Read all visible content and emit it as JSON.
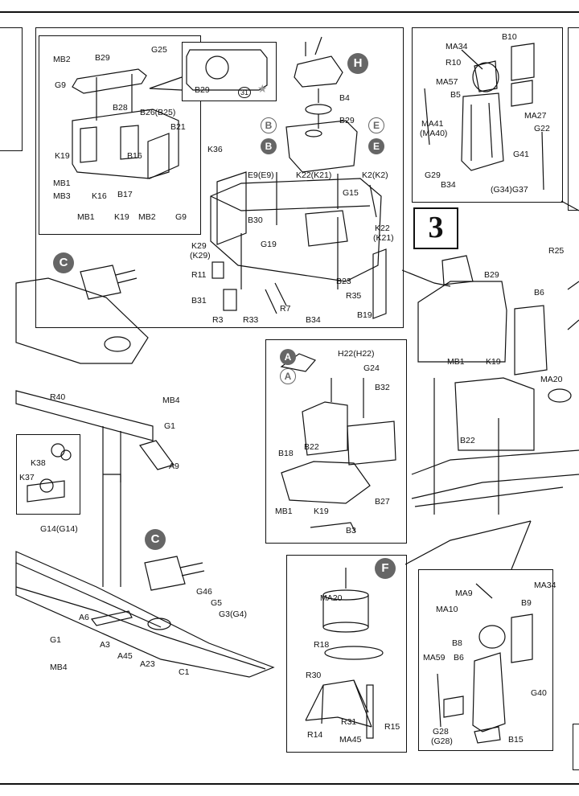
{
  "step_number": "3",
  "callouts": {
    "H": "H",
    "B": "B",
    "E": "E",
    "C": "C",
    "A": "A",
    "F": "F"
  },
  "inset_part_label": "B29",
  "inset_circle_number": "31",
  "labels": {
    "MB2": "MB2",
    "B29": "B29",
    "G25": "G25",
    "G9": "G9",
    "B28": "B28",
    "B26B25": "B26(B25)",
    "B21": "B21",
    "K19": "K19",
    "B16": "B16",
    "MB1": "MB1",
    "MB3": "MB3",
    "K16": "K16",
    "B17": "B17",
    "MB2b": "MB2",
    "G9b": "G9",
    "B4": "B4",
    "K36": "K36",
    "E9E9": "E9(E9)",
    "K22K21": "K22(K21)",
    "K2K2": "K2(K2)",
    "G15": "G15",
    "B30": "B30",
    "K22": "K22",
    "K21": "(K21)",
    "K29": "K29",
    "K29b": "(K29)",
    "G19": "G19",
    "R11": "R11",
    "B23": "B23",
    "R35": "R35",
    "B31": "B31",
    "R7": "R7",
    "B19": "B19",
    "R3": "R3",
    "R33": "R33",
    "B34": "B34",
    "MA34": "MA34",
    "B10": "B10",
    "R10": "R10",
    "MA57": "MA57",
    "B5": "B5",
    "MA41": "MA41",
    "MA40": "(MA40)",
    "MA27": "MA27",
    "G22": "G22",
    "G41": "G41",
    "G29": "G29",
    "G34G37": "(G34)G37",
    "R25": "R25",
    "B6": "B6",
    "K19b": "K19",
    "MA20": "MA20",
    "B22": "B22",
    "H22H22": "H22(H22)",
    "G24": "G24",
    "B32": "B32",
    "B18": "B18",
    "B27": "B27",
    "B3": "B3",
    "R40": "R40",
    "MB4": "MB4",
    "G1": "G1",
    "A9": "A9",
    "K38": "K38",
    "K37": "K37",
    "G14G14": "G14(G14)",
    "A6": "A6",
    "G46": "G46",
    "G5": "G5",
    "G3G4": "G3(G4)",
    "A3": "A3",
    "A45": "A45",
    "A23": "A23",
    "C1": "C1",
    "R18": "R18",
    "R30": "R30",
    "R31": "R31",
    "R14": "R14",
    "R15": "R15",
    "MA45": "MA45",
    "MA9": "MA9",
    "MA10": "MA10",
    "B9": "B9",
    "B8": "B8",
    "MA59": "MA59",
    "G40": "G40",
    "G28": "G28",
    "G28b": "(G28)",
    "B15": "B15"
  },
  "colors": {
    "ink": "#111111",
    "callout": "#666666",
    "paper": "#ffffff"
  }
}
